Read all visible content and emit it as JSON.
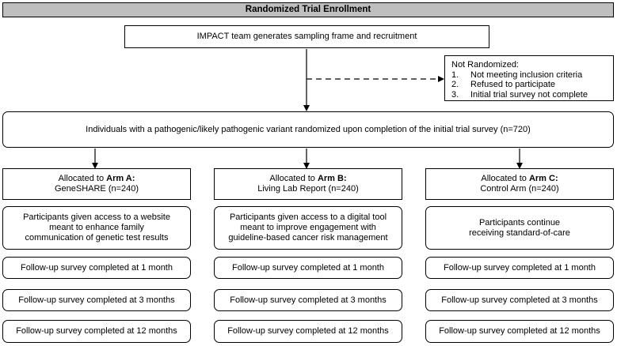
{
  "title": "Randomized Trial Enrollment",
  "recruitment": "IMPACT team generates sampling frame and recruitment",
  "not_randomized": {
    "heading": "Not Randomized:",
    "items": [
      {
        "num": "1.",
        "text": "Not meeting inclusion criteria"
      },
      {
        "num": "2.",
        "text": "Refused to participate"
      },
      {
        "num": "3.",
        "text": "Initial trial survey not complete"
      }
    ]
  },
  "randomized": "Individuals with a pathogenic/likely pathogenic variant randomized upon completion of the initial trial survey (n=720)",
  "arms": [
    {
      "alloc_prefix": "Allocated to ",
      "arm_label": "Arm A:",
      "arm_name": "GeneSHARE (n=240)",
      "intervention": "Participants given access to a website meant to enhance family communication of genetic test results",
      "followups": [
        "Follow-up survey completed at 1 month",
        "Follow-up survey completed at 3 months",
        "Follow-up survey completed at 12 months"
      ]
    },
    {
      "alloc_prefix": "Allocated to ",
      "arm_label": "Arm B:",
      "arm_name": "Living Lab Report (n=240)",
      "intervention": "Participants given access to a digital tool meant to improve engagement with guideline-based cancer risk management",
      "followups": [
        "Follow-up survey completed at 1 month",
        "Follow-up survey completed at 3 months",
        "Follow-up survey completed at 12 months"
      ]
    },
    {
      "alloc_prefix": "Allocated to ",
      "arm_label": "Arm C:",
      "arm_name": "Control Arm (n=240)",
      "intervention": "Participants continue receiving standard-of-care",
      "followups": [
        "Follow-up survey completed at 1 month",
        "Follow-up survey completed at 3 months",
        "Follow-up survey completed at 12 months"
      ]
    }
  ]
}
